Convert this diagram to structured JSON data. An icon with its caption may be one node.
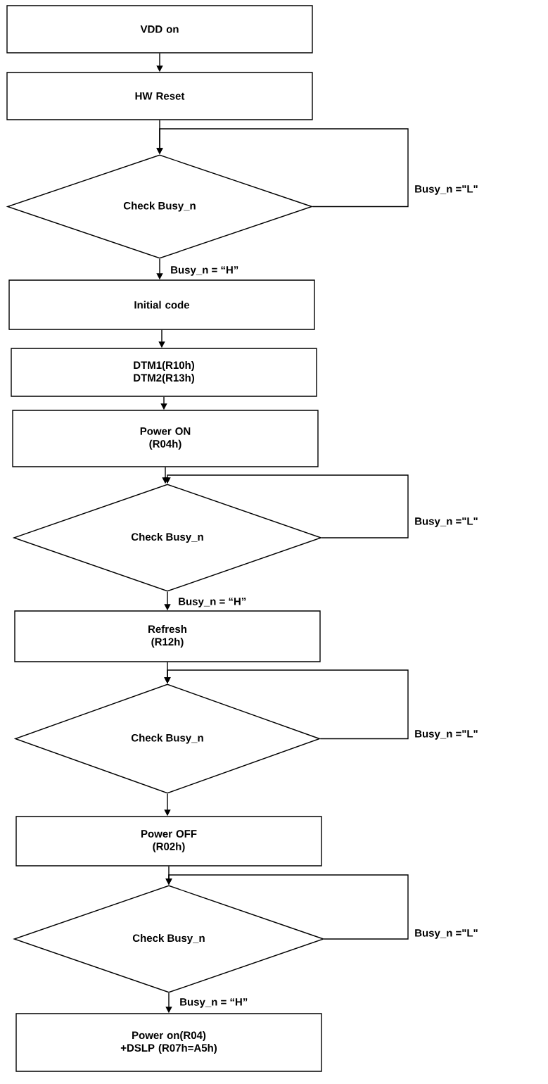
{
  "diagram": {
    "nodes": [
      {
        "text": [
          "VDD on"
        ]
      },
      {
        "text": [
          "HW Reset"
        ]
      },
      {
        "text": [
          "Check Busy_n"
        ]
      },
      {
        "text": [
          "Initial code"
        ]
      },
      {
        "text": [
          "DTM1(R10h) DTM2(R13h)"
        ]
      },
      {
        "text": [
          "Power ON (R04h)"
        ]
      },
      {
        "text": [
          "Check Busy_n"
        ]
      },
      {
        "text": [
          "Refresh (R12h)"
        ]
      },
      {
        "text": [
          "Check Busy_n"
        ]
      },
      {
        "text": [
          "Power OFF (R02h)"
        ]
      },
      {
        "text": [
          "Check Busy_n"
        ]
      },
      {
        "text": [
          "Power on(R04) +DSLP (R07h=A5h)"
        ]
      }
    ],
    "edges": [
      {
        "from": 0,
        "to": 1,
        "arrow": "to"
      },
      {
        "from": 1,
        "to": 2,
        "arrow": "to"
      },
      {
        "from": 2,
        "to": 2,
        "arrow": "to",
        "label": "Busy_n =\"L\""
      },
      {
        "from": 2,
        "to": 3,
        "arrow": "to",
        "label": "Busy_n =  “H”"
      },
      {
        "from": 3,
        "to": 4,
        "arrow": "to"
      },
      {
        "from": 4,
        "to": 5,
        "arrow": "to"
      },
      {
        "from": 5,
        "to": 6,
        "arrow": "to"
      },
      {
        "from": 6,
        "to": 6,
        "arrow": "to",
        "label": "Busy_n =\"L\""
      },
      {
        "from": 6,
        "to": 7,
        "arrow": "to",
        "label": "Busy_n =  “H”"
      },
      {
        "from": 7,
        "to": 8,
        "arrow": "to"
      },
      {
        "from": 8,
        "to": 8,
        "arrow": "to",
        "label": "Busy_n =\"L\""
      },
      {
        "from": 8,
        "to": 9,
        "arrow": "to"
      },
      {
        "from": 9,
        "to": 10,
        "arrow": "to"
      },
      {
        "from": 10,
        "to": 10,
        "arrow": "to",
        "label": "Busy_n =\"L\""
      },
      {
        "from": 10,
        "to": 11,
        "arrow": "to",
        "label": "Busy_n =  “H”"
      }
    ]
  }
}
